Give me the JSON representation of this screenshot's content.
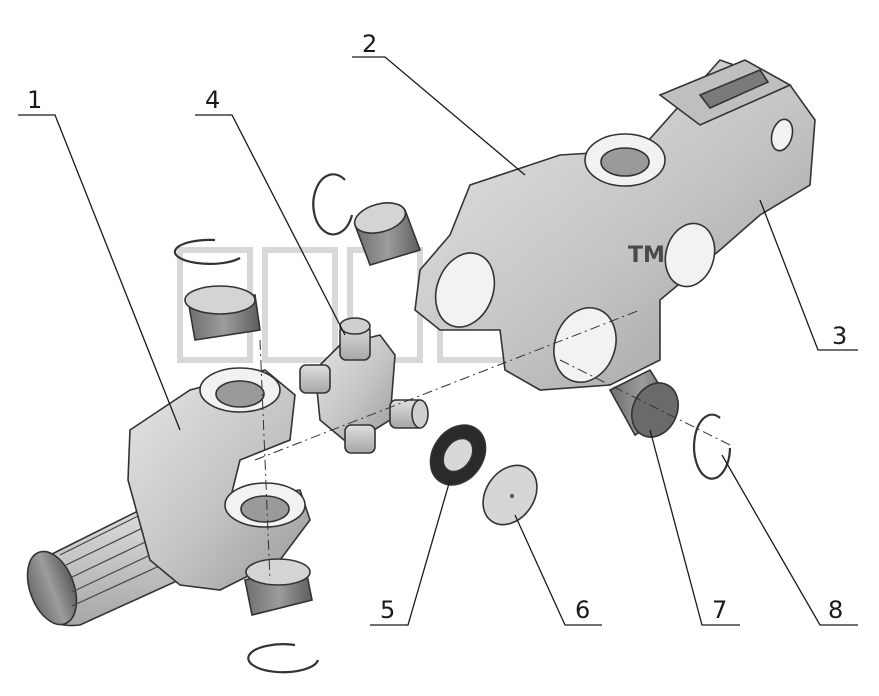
{
  "diagram": {
    "trademark": "TM",
    "callouts": [
      {
        "id": "1",
        "label": "1"
      },
      {
        "id": "2",
        "label": "2"
      },
      {
        "id": "3",
        "label": "3"
      },
      {
        "id": "4",
        "label": "4"
      },
      {
        "id": "5",
        "label": "5"
      },
      {
        "id": "6",
        "label": "6"
      },
      {
        "id": "7",
        "label": "7"
      },
      {
        "id": "8",
        "label": "8"
      }
    ],
    "colors": {
      "metal_light": "#d9d9d9",
      "metal_mid": "#bdbdbd",
      "metal_dark": "#8f8f8f",
      "background": "#ffffff"
    }
  }
}
